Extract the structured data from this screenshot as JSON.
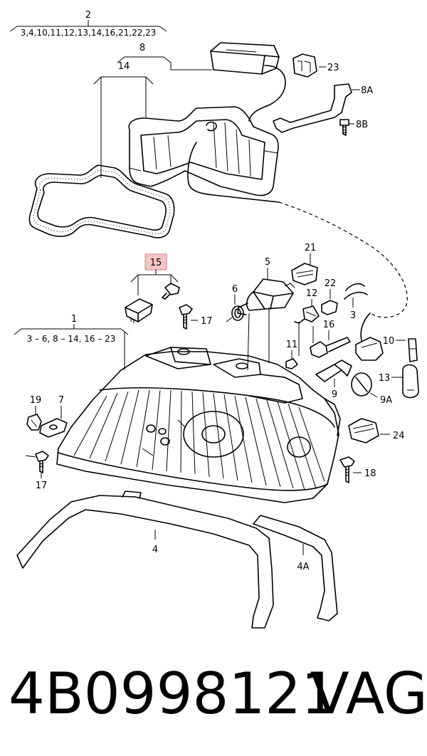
{
  "labels": {
    "p2": "2",
    "p2_list": "3,4,10,11,12,13,14,16,21,22,23",
    "p8": "8",
    "p14": "14",
    "p23": "23",
    "p8a": "8A",
    "p8b": "8B",
    "p15": "15",
    "p5": "5",
    "p21": "21",
    "p6": "6",
    "p12": "12",
    "p22": "22",
    "p3": "3",
    "p16": "16",
    "p1": "1",
    "p1_list": "3 – 6, 8 – 14, 16 – 23",
    "p17_top": "17",
    "p11": "11",
    "p10": "10",
    "p13": "13",
    "p9": "9",
    "p9a": "9A",
    "p19": "19",
    "p7": "7",
    "p24": "24",
    "p18": "18",
    "p17_bottom": "17",
    "p4": "4",
    "p4a": "4A"
  },
  "footer": {
    "part_number": "4B0998121",
    "brand": "VAG"
  },
  "highlight_color": "#f6c6c6"
}
